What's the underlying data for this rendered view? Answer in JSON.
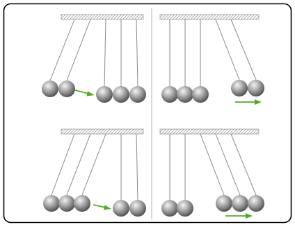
{
  "colors": {
    "frame_border": "#000000",
    "divider": "#b4b4b4",
    "string": "#8a8a8a",
    "hatch": "#7a7a7a",
    "arrow": "#55aa22",
    "ball_light": "#f4f4f4",
    "ball_mid": "#a9a9a9",
    "ball_dark": "#4a4a4a"
  },
  "panels": [
    {
      "id": "top-left",
      "description_items": [
        {
          "ball": 1,
          "swing": "left"
        },
        {
          "ball": 2,
          "swing": "left"
        },
        {
          "ball": 3,
          "swing": "rest"
        },
        {
          "ball": 4,
          "swing": "rest"
        },
        {
          "ball": 5,
          "swing": "rest"
        }
      ],
      "moving_count": 2,
      "moving_side": "left",
      "arrow_direction": "right",
      "icons": [
        "support-bar-icon",
        "pendulum-ball-icon",
        "arrow-right-icon"
      ]
    },
    {
      "id": "top-right",
      "description_items": [
        {
          "ball": 1,
          "swing": "rest"
        },
        {
          "ball": 2,
          "swing": "rest"
        },
        {
          "ball": 3,
          "swing": "rest"
        },
        {
          "ball": 4,
          "swing": "right"
        },
        {
          "ball": 5,
          "swing": "right"
        }
      ],
      "moving_count": 2,
      "moving_side": "right",
      "arrow_direction": "right",
      "icons": [
        "support-bar-icon",
        "pendulum-ball-icon",
        "arrow-right-icon"
      ]
    },
    {
      "id": "bottom-left",
      "description_items": [
        {
          "ball": 1,
          "swing": "left"
        },
        {
          "ball": 2,
          "swing": "left"
        },
        {
          "ball": 3,
          "swing": "left"
        },
        {
          "ball": 4,
          "swing": "rest"
        },
        {
          "ball": 5,
          "swing": "rest"
        }
      ],
      "moving_count": 3,
      "moving_side": "left",
      "arrow_direction": "right",
      "icons": [
        "support-bar-icon",
        "pendulum-ball-icon",
        "arrow-right-icon"
      ]
    },
    {
      "id": "bottom-right",
      "description_items": [
        {
          "ball": 1,
          "swing": "rest"
        },
        {
          "ball": 2,
          "swing": "rest"
        },
        {
          "ball": 3,
          "swing": "right"
        },
        {
          "ball": 4,
          "swing": "right"
        },
        {
          "ball": 5,
          "swing": "right"
        }
      ],
      "moving_count": 3,
      "moving_side": "right",
      "arrow_direction": "right",
      "icons": [
        "support-bar-icon",
        "pendulum-ball-icon",
        "arrow-right-icon"
      ]
    }
  ]
}
